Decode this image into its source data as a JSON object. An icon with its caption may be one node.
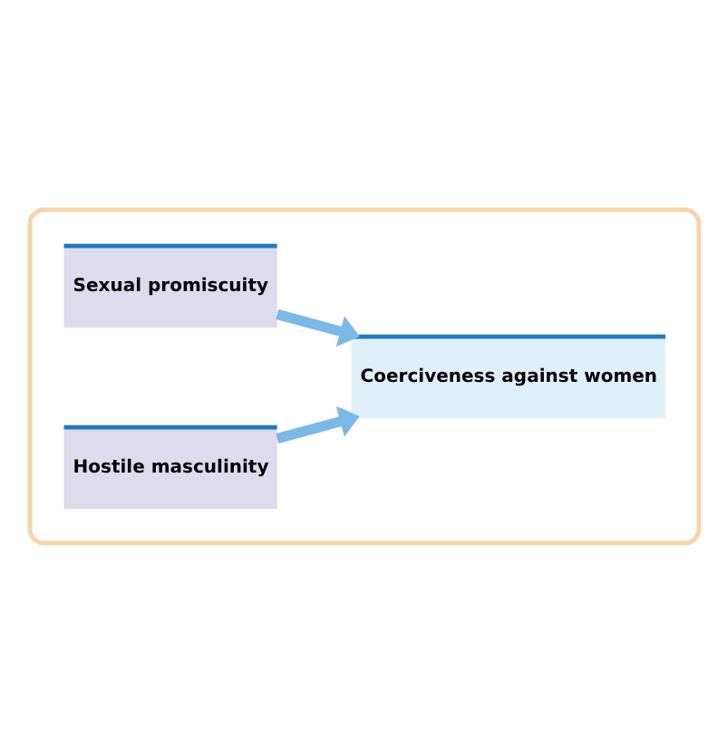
{
  "diagram": {
    "nodes": [
      {
        "text": [],
        "shape": "box"
      },
      {
        "text": [
          "Sexual promiscuity"
        ],
        "in": 0
      },
      {
        "text": [
          "Hostile masculinity"
        ],
        "in": 0
      },
      {
        "text": [
          "Coerciveness against women"
        ],
        "in": 0
      }
    ],
    "edges": [
      {
        "from": 1,
        "to": 3,
        "arrow": "to"
      },
      {
        "from": 2,
        "to": 3,
        "arrow": "to"
      }
    ]
  }
}
